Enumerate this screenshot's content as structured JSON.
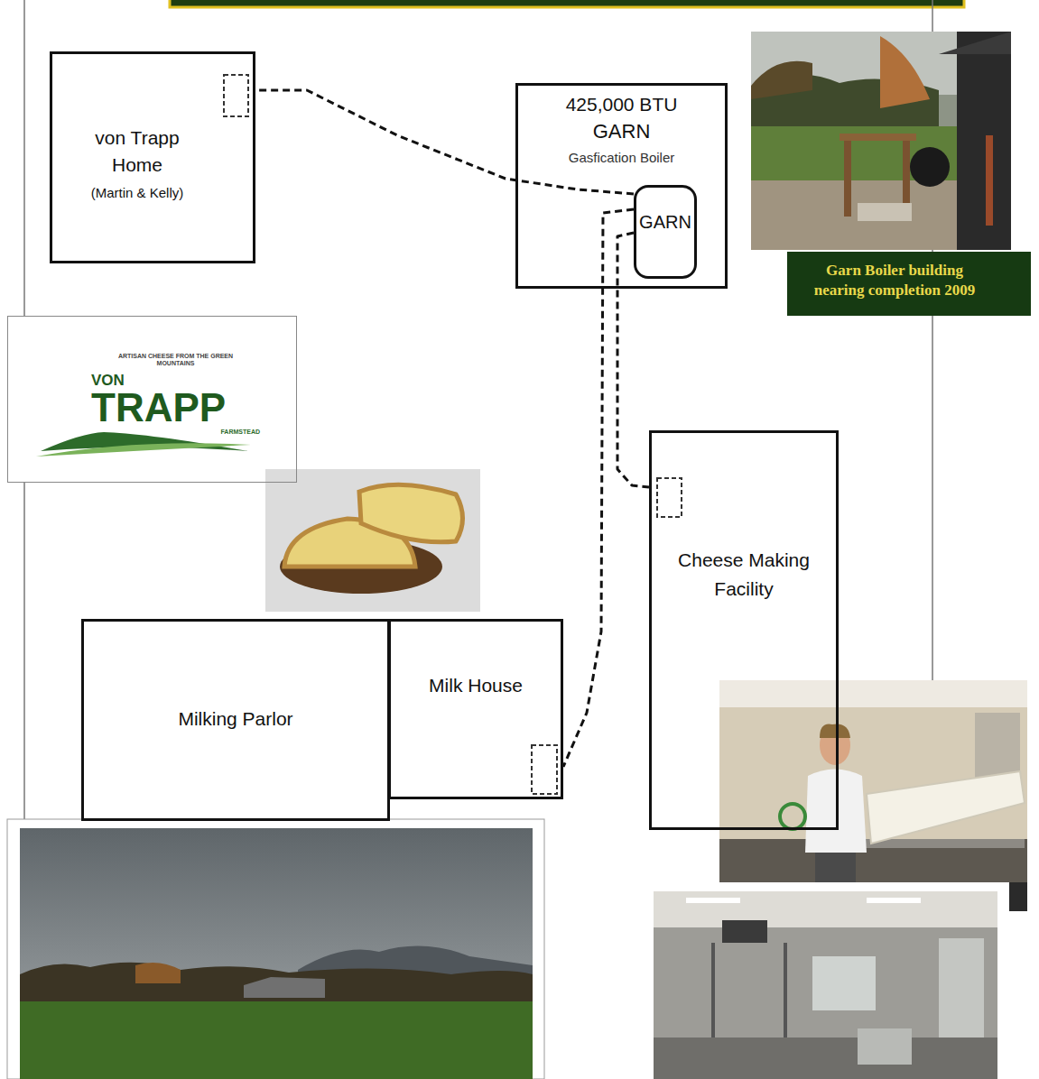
{
  "diagram": {
    "nodes": [
      {
        "text": [
          "von Trapp Home",
          "(Martin & Kelly)"
        ]
      },
      {
        "text": [
          "425,000 BTU",
          "GARN",
          "Gasfication Boiler"
        ]
      },
      {
        "text": [
          "GARN"
        ],
        "in": 1
      },
      {
        "text": [
          "Garn Boiler building nearing completion 2009"
        ]
      },
      {
        "text": [
          "ARTISAN CHEESE FROM THE GREEN MOUNTAINS",
          "VON",
          "TRAPP",
          "FARMSTEAD"
        ]
      },
      {
        "text": [
          "Cheese Making Facility"
        ]
      },
      {
        "text": [
          "Milking Parlor"
        ]
      },
      {
        "text": [
          "Milk House"
        ]
      }
    ],
    "edges": [
      {
        "from": 2,
        "to": 0,
        "arrow": "none"
      },
      {
        "from": 2,
        "to": 5,
        "arrow": "none"
      },
      {
        "from": 2,
        "to": 7,
        "arrow": "none"
      }
    ]
  }
}
